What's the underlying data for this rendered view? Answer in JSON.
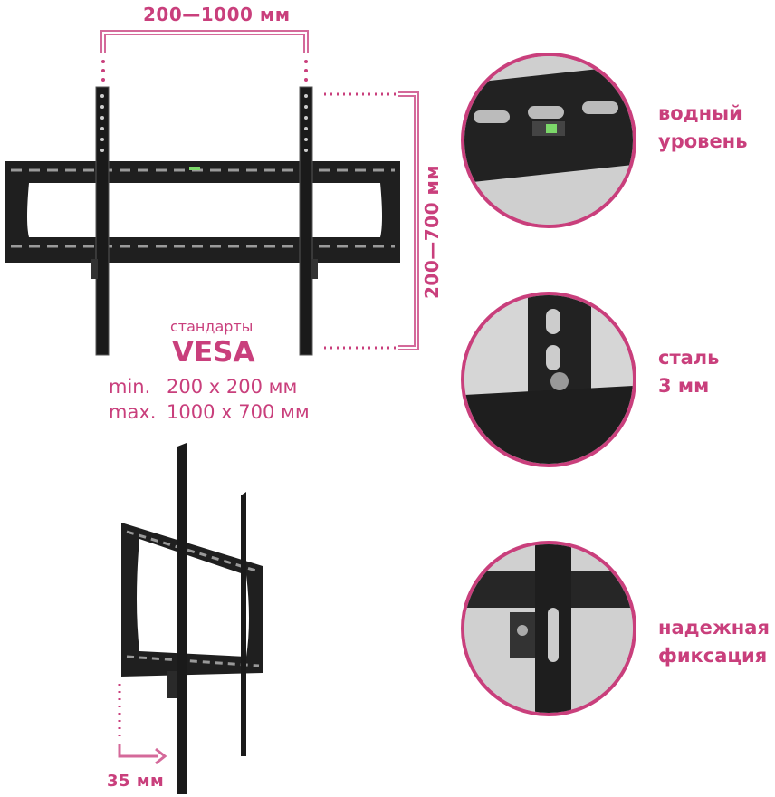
{
  "dimensions": {
    "horizontal": "200—1000 мм",
    "vertical": "200—700 мм",
    "depth": "35 мм"
  },
  "vesa": {
    "caption": "стандарты",
    "title": "VESA",
    "min_label": "min.",
    "min_value": "200 x 200 мм",
    "max_label": "max.",
    "max_value": "1000 x 700 мм"
  },
  "features": [
    {
      "line1": "водный",
      "line2": "уровень"
    },
    {
      "line1": "сталь",
      "line2": "3 мм"
    },
    {
      "line1": "надежная",
      "line2": "фиксация"
    }
  ],
  "colors": {
    "accent": "#c93f7c",
    "metal": "#1e1e1e"
  }
}
